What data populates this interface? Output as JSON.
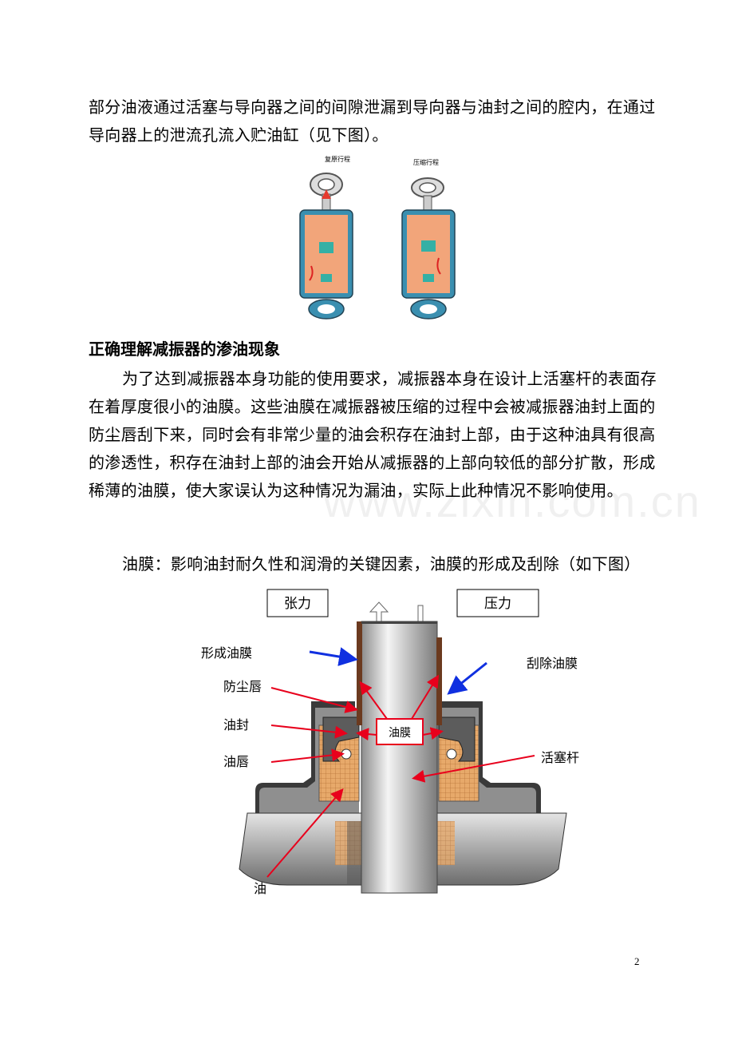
{
  "intro_paragraph": "部分油液通过活塞与导向器之间的间隙泄漏到导向器与油封之间的腔内，在通过导向器上的泄流孔流入贮油缸（见下图）。",
  "figure1": {
    "left_caption": "复原行程",
    "right_caption": "压缩行程"
  },
  "section_heading": "正确理解减振器的渗油现象",
  "body_paragraph": "为了达到减振器本身功能的使用要求，减振器本身在设计上活塞杆的表面存在着厚度很小的油膜。这些油膜在减振器被压缩的过程中会被减振器油封上面的防尘唇刮下来，同时会有非常少量的油会积存在油封上部，由于这种油具有很高的渗透性，积存在油封上部的油会开始从减振器的上部向较低的部分扩散，形成稀薄的油膜，使大家误认为这种情况为漏油，实际上此种情况不影响使用。",
  "oil_film_line": "油膜：影响油封耐久性和润滑的关键因素，油膜的形成及刮除（如下图）",
  "figure2": {
    "tension_label": "张力",
    "pressure_label": "压力",
    "form_film_label": "形成油膜",
    "scrape_film_label": "刮除油膜",
    "dust_lip_label": "防尘唇",
    "oil_seal_label": "油封",
    "oil_lip_label": "油唇",
    "oil_film_box_label": "油膜",
    "piston_rod_label": "活塞杆",
    "oil_label": "油"
  },
  "watermark": "www.zixin.com.cn",
  "page_number": "2"
}
